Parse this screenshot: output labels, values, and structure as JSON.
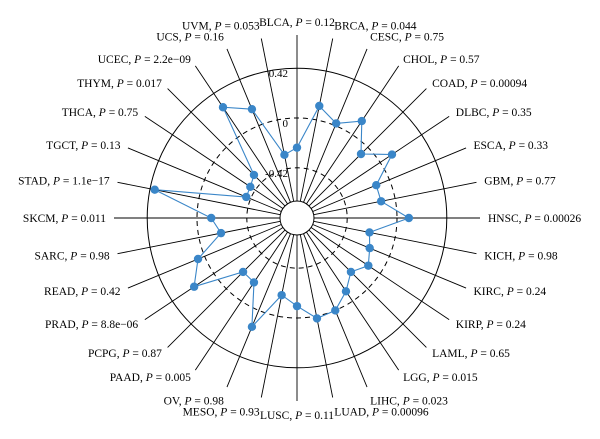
{
  "chart_data": {
    "type": "radar",
    "title": "",
    "rlim": [
      -0.7,
      0.7
    ],
    "ring_ticks": [
      {
        "value": 0.42,
        "label": "0.42",
        "style": "solid"
      },
      {
        "value": 0,
        "label": "0",
        "style": "dashed"
      },
      {
        "value": -0.42,
        "label": "-0.42",
        "style": "dashed"
      }
    ],
    "categories": [
      {
        "name": "BLCA",
        "p": "0.12"
      },
      {
        "name": "BRCA",
        "p": "0.044"
      },
      {
        "name": "CESC",
        "p": "0.75"
      },
      {
        "name": "CHOL",
        "p": "0.57"
      },
      {
        "name": "COAD",
        "p": "0.00094"
      },
      {
        "name": "DLBC",
        "p": "0.35"
      },
      {
        "name": "ESCA",
        "p": "0.33"
      },
      {
        "name": "GBM",
        "p": "0.77"
      },
      {
        "name": "HNSC",
        "p": "0.00026"
      },
      {
        "name": "KICH",
        "p": "0.98"
      },
      {
        "name": "KIRC",
        "p": "0.24"
      },
      {
        "name": "KIRP",
        "p": "0.24"
      },
      {
        "name": "LAML",
        "p": "0.65"
      },
      {
        "name": "LGG",
        "p": "0.015"
      },
      {
        "name": "LIHC",
        "p": "0.023"
      },
      {
        "name": "LUAD",
        "p": "0.00096"
      },
      {
        "name": "LUSC",
        "p": "0.11"
      },
      {
        "name": "MESO",
        "p": "0.93"
      },
      {
        "name": "OV",
        "p": "0.98"
      },
      {
        "name": "PAAD",
        "p": "0.005"
      },
      {
        "name": "PCPG",
        "p": "0.87"
      },
      {
        "name": "PRAD",
        "p": "8.8e−06"
      },
      {
        "name": "READ",
        "p": "0.42"
      },
      {
        "name": "SARC",
        "p": "0.98"
      },
      {
        "name": "SKCM",
        "p": "0.011"
      },
      {
        "name": "STAD",
        "p": "1.1e−17"
      },
      {
        "name": "TGCT",
        "p": "0.13"
      },
      {
        "name": "THCA",
        "p": "0.75"
      },
      {
        "name": "THYM",
        "p": "0.017"
      },
      {
        "name": "UCEC",
        "p": "2.2e−09"
      },
      {
        "name": "UCS",
        "p": "0.16"
      },
      {
        "name": "UVM",
        "p": "0.053"
      }
    ],
    "series": [
      {
        "values": [
          -0.25,
          0.12,
          0.02,
          0.14,
          -0.08,
          0.12,
          -0.12,
          -0.12,
          0.1,
          -0.22,
          -0.18,
          -0.12,
          -0.2,
          -0.1,
          0.0,
          0.02,
          -0.1,
          -0.18,
          0.15,
          -0.19,
          -0.2,
          0.2,
          0.06,
          -0.19,
          -0.12,
          0.38,
          -0.38,
          -0.37,
          -0.33,
          0.28,
          0.15,
          -0.3
        ],
        "color": "#3a86c8"
      }
    ]
  }
}
